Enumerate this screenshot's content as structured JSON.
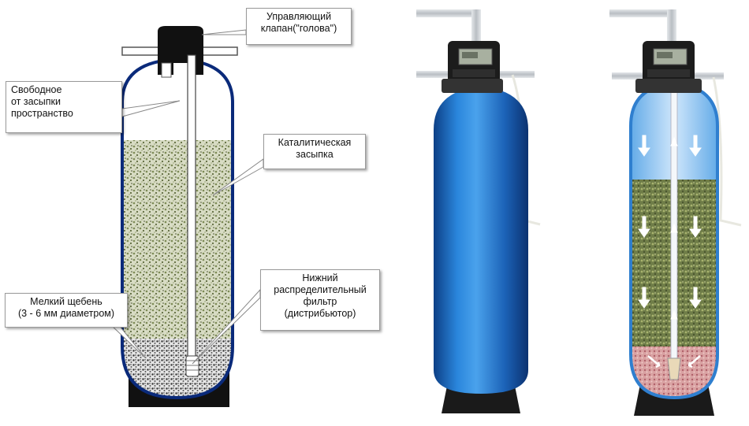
{
  "callouts": {
    "valve": {
      "line1": "Управляющий",
      "line2": "клапан(\"голова\")"
    },
    "free_space": {
      "line1": "Свободное",
      "line2": "от засыпки",
      "line3": "пространство"
    },
    "catalytic": {
      "line1": "Каталитическая",
      "line2": "засыпка"
    },
    "distributor": {
      "line1": "Нижний",
      "line2": "распределительный",
      "line3": "фильтр",
      "line4": "(дистрибьютор)"
    },
    "gravel": {
      "line1": "Мелкий щебень",
      "line2": "(3 - 6 мм диаметром)"
    }
  },
  "colors": {
    "tank_blue": "#1e6fc4",
    "tank_outline": "#0a2a7a",
    "black_base": "#111111",
    "pipe_gray": "#c9cdd1",
    "media_green": "#8a9a5a",
    "gravel_pink": "#c98a8a"
  },
  "icons": [
    "down-arrow-icon",
    "up-arrow-icon"
  ]
}
